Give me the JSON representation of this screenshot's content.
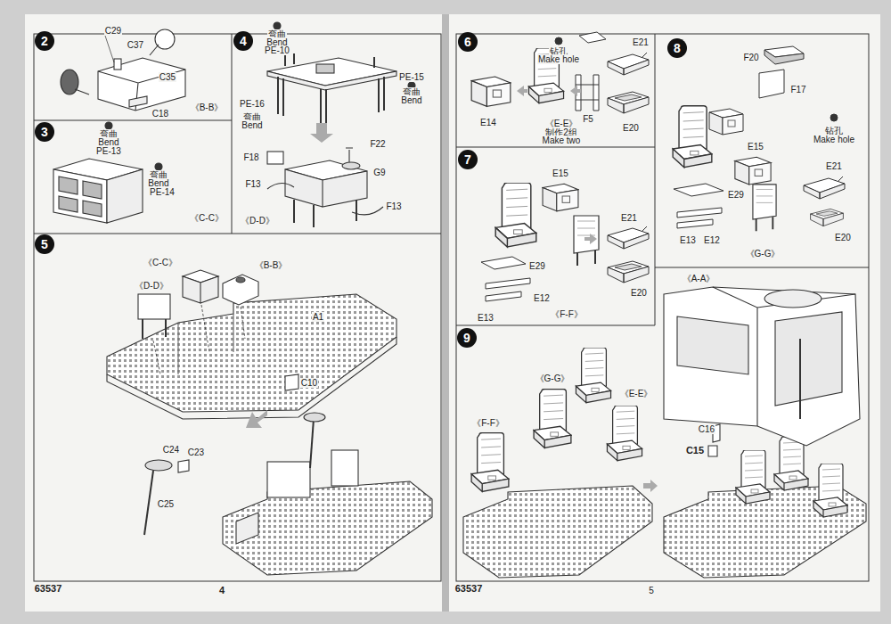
{
  "diagram": {
    "nodes": [
      {
        "text": [
          "2"
        ]
      },
      {
        "text": [
          "3"
        ]
      },
      {
        "text": [
          "4"
        ]
      },
      {
        "text": [
          "5"
        ]
      },
      {
        "text": [
          "6"
        ]
      },
      {
        "text": [
          "7"
        ]
      },
      {
        "text": [
          "8"
        ]
      },
      {
        "text": [
          "9"
        ]
      }
    ],
    "labels": [
      "C29",
      "C37",
      "C35",
      "C18",
      "《B-B》",
      "弯曲",
      "Bend",
      "PE-13",
      "弯曲",
      "Bend",
      "PE-14",
      "《C-C》",
      "弯曲",
      "Bend",
      "PE-10",
      "PE-15",
      "弯曲",
      "Bend",
      "PE-16",
      "弯曲",
      "Bend",
      "F22",
      "F18",
      "G9",
      "F13",
      "F13",
      "《D-D》",
      "《C-C》",
      "《B-B》",
      "《D-D》",
      "A1",
      "C10",
      "C24",
      "C23",
      "C25",
      "63537",
      "4",
      "钻孔",
      "Make hole",
      "E21",
      "E14",
      "F5",
      "《E-E》",
      "制作2组",
      "Make two",
      "E20",
      "E15",
      "E21",
      "E29",
      "E20",
      "E12",
      "E13",
      "《F-F》",
      "F20",
      "F17",
      "钻孔",
      "Make hole",
      "E15",
      "E21",
      "E29",
      "E13",
      "E12",
      "E20",
      "《G-G》",
      "《A-A》",
      "《G-G》",
      "《E-E》",
      "《F-F》",
      "C16",
      "C15",
      "63537",
      "5"
    ]
  }
}
